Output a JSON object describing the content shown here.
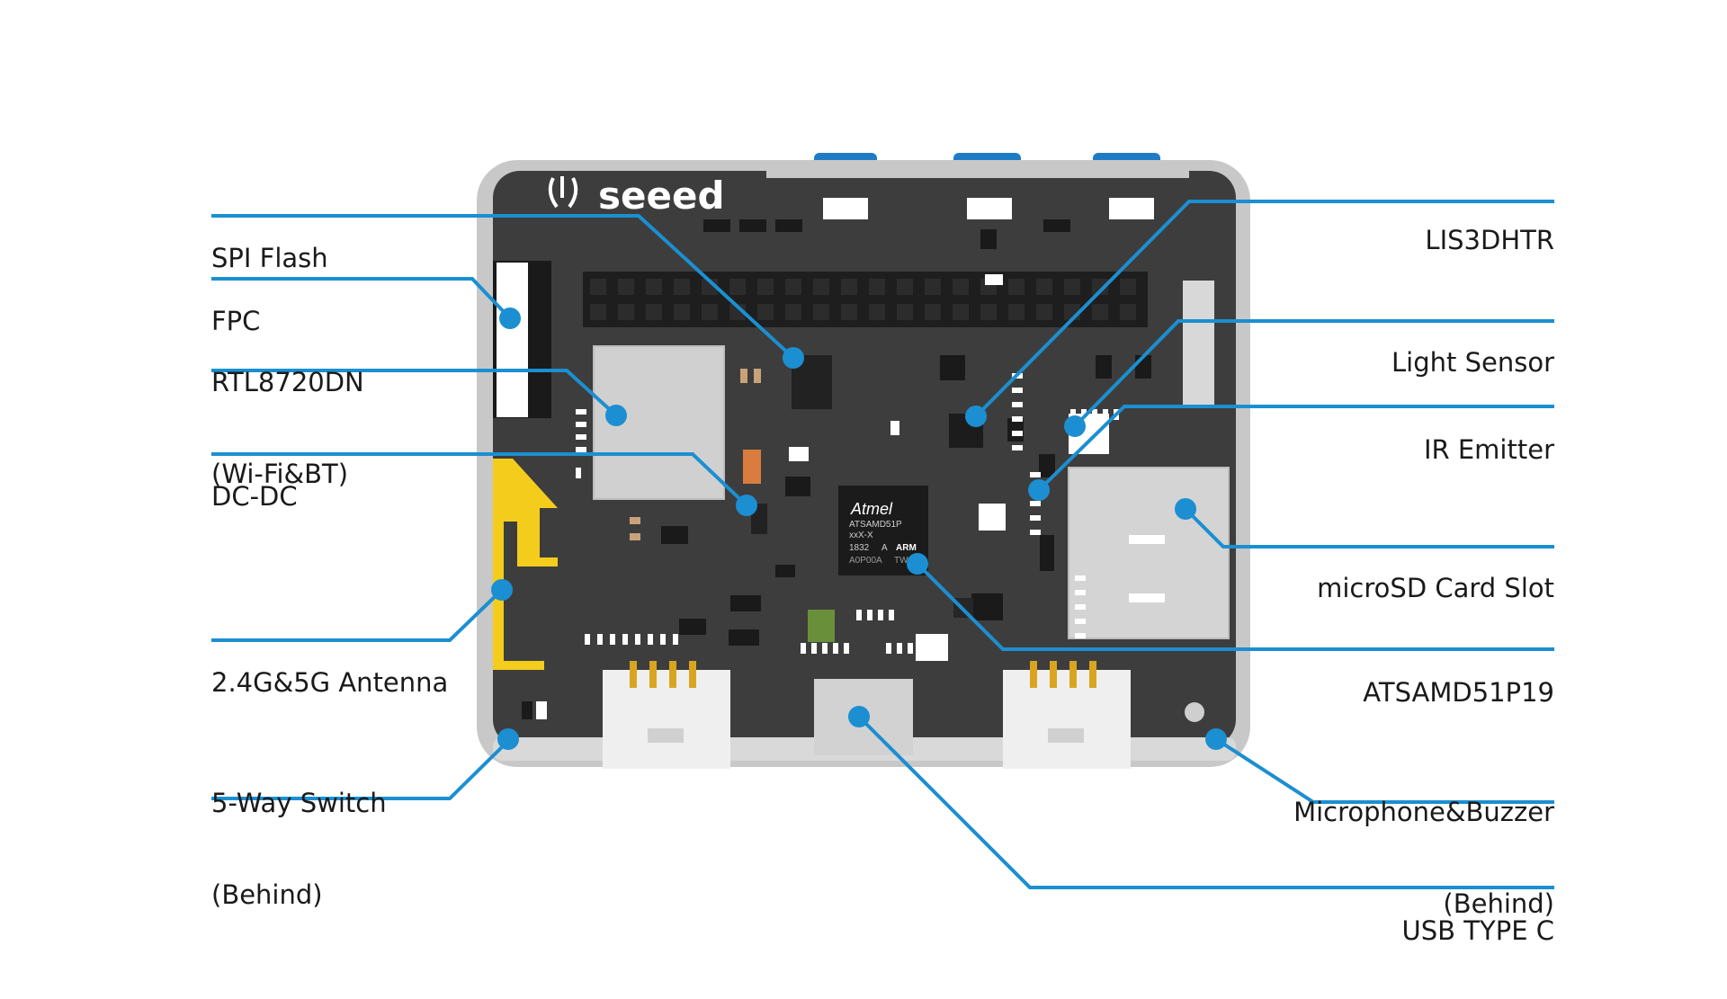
{
  "brand": {
    "logo_text": "seeed"
  },
  "mcu_marking": {
    "maker": "Atmel",
    "part": "ATSAMD51P",
    "line2": "xxX-X",
    "line3a": "1832",
    "line3b": "A",
    "line3c": "ARM",
    "line4a": "A0P00A",
    "line4b": "TW"
  },
  "colors": {
    "pcb": "#3d3d3d",
    "frame": "#c8c8c8",
    "leader_line": "#1b8fd1",
    "antenna": "#f4cc1c",
    "port_blue": "#1f7bc4"
  },
  "labels": {
    "spi_flash": [
      "SPI Flash"
    ],
    "fpc": [
      "FPC"
    ],
    "rtl8720dn": [
      "RTL8720DN",
      "(Wi-Fi&BT)"
    ],
    "dc_dc": [
      "DC-DC"
    ],
    "antenna": [
      "2.4G&5G Antenna"
    ],
    "five_way_switch": [
      "5-Way Switch",
      "(Behind)"
    ],
    "lis3dhtr": [
      "LIS3DHTR"
    ],
    "light_sensor": [
      "Light Sensor"
    ],
    "ir_emitter": [
      "IR Emitter"
    ],
    "microsd": [
      "microSD Card Slot"
    ],
    "atsamd51": [
      "ATSAMD51P19"
    ],
    "mic_buzzer": [
      "Microphone&Buzzer",
      "(Behind)"
    ],
    "usb_c": [
      "USB TYPE C"
    ]
  }
}
